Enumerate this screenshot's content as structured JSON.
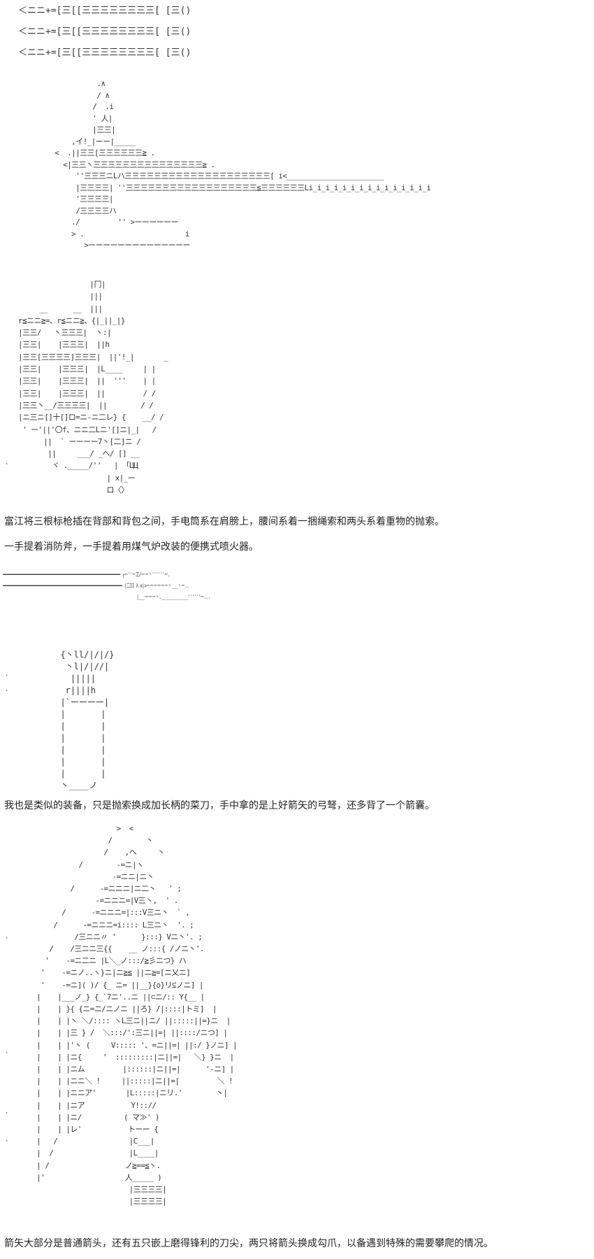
{
  "aa": {
    "arrows": "＜ニニ+=[三[[三三三三三三三三[ [三()\n\n＜ニニ+=[三[[三三三三三三三三[ [三()\n\n＜ニニ+=[三[[三三三三三三三三[ [三()",
    "spear": "              .∧\n              / ∧\n             /  .i\n             ' 人|\n             |三三|\n        ,イ!_|ーー|_____\n    <  .||三三[三三三三三三≧ .\n      <|三三丶三三三三三三三三三三三三三三三≧ .\n         ''三三三ニLハ三三三三三三三三三三三三三三三三三三三三[ i<_______________________\n         |三三三三| ''三三三三三三三三三三三三三三三三三三≦三三三三三三Li_i_i_i_i_i_i_i_i_i_i_i_i_i_i\n         '三三三三|\n         /三三三三ハ\n        ./         '' >ーーーーーー\n        > .                        i\n           >ーーーーーーーーーーーーーー",
    "flamethrower": "                   |冂|\n                   |||\n       __      __  |||\n  r≦ニニ≧=、r≦ニニ≧、{|_||_|}\n  |三三/   丶三三三|  丶:|\n  |三三|    |三三三|  ||h\n  |三三[三三三三]三三三|  ||'!_|       _\n  |三三|    |三三三|  |L____     | |\n  |三三|    |三三三|  ||  '''    | |\n  |三三|    |三三三|  ||         / /\n  |三三丶__/三三三三|  ||        / /\n  |ニ三ニ[]十[]ロ=ニ-ニ二レ} {    __/ /\n   ' ー'||'〇f、ニニ二Lニ'[]ニ|_|   /\n        ||  ` ーーーー7丶[二]ニ /\n         ||     ___/ _ヘ/ [] __\n          ヾ ._____/''   | 「ЦЦ\n                       | x|_ー\n                       ロ〈〉",
    "spear2": "━━━━━━━━━━━━━━━━━━━━━━━━━━━━━━━━━━━━━━━━━━━━━━━━━━━━━━━━━ ┌ー''ー工/ーー丶''''''ー.\n━━━━━━━━━━━━━━━━━━━━━━━━━━━━━━━━━━━━━━━━━━━━━━━━━━━━━━━━━━ |二II λ κ|>ーーーーーー丶___丶ー..\n                                                                 |___ーーー丶._____________''''''ー...",
    "quiver": "  {丶ll/|/|/}\n   丶l|/|//|\n    |||||\n   r||||h\n  |`ーーーー|\n  |       |\n  |       |\n  |       |\n  |       |\n  |       |\n  |       |\n  丶____ノ",
    "arrowhead": "                          >  <\n                        /        丶\n                       /    ,ヘ     丶\n                 /        -=ニ|ヽ\n                         -=ニニ|ニ丶\n               /      -=ニニニ|ニ二丶   ' ;\n                     -=ニニニ=|V三丶,  ' .\n             /      -=ニニニ=|:::V三ニ丶  ` ,\n           /      -=ニニニ=i:::: L三ニ丶  '. ;\n                /三ニニ〃 '      }:::} Vニ丶'. ;\n          /    /三ニニ三{{    __ ノ:::{ /ノニ丶'.\n         '    -=ニ二ニ |L＼_ノ:::/≧彡ニつ} ハ\n        '    -=ニノ..ヽ}ニ|ニ≧≦ ||ニ≧=[ニ乂ニ]\n        '    -=ニ]( )/ {_ ニ= ||__}{o}リ⊆ノニ] |\n       |    |___ノ_} {_`7ニ'..ニ ||⊂ニ/:: Y{__ |\n       |    | }{ {ニ=ニ/ニノニ ||ろ} /|::::|トミ]  |\n       |    | |丶 ＼/:::: ヽL三ニ||ニ/ ||:::::||=}ニ  |\n       |    | |三 } /  ＼:::/':三ニ||=| ||::::/ニつ] |\n       |    | |'丶 (     V::::: '、=ニ||=| ||:/ }ノニ] |\n       |    | |ニ{     '  :::::::::|ニ||=|   ＼} }ニ  |\n       |    | |ニム         |::::::|ニ||=|      '-ニ] |\n       |    | |ニニ＼ !     ||:::::|ニ||=|         ＼ !\n       |    | |ニニア'       |L:::::|ニリ.'        丶|\n       |    | |ニア           Y!::// \n       |    | |ニ/          ( マ≫' )\n       |    | |レ'           トーー {\n       |   /                 |C___|\n       |  /                  |L____|\n       | /                  ノ≧==≦丶.\n       |'                   人_____ )\n                             |三三三三|\n                             |三三三三|"
  },
  "captions": {
    "c1": "富江将三根标枪插在背部和背包之间，手电筒系在肩膀上，腰间系着一捆绳索和两头系着重物的抛索。",
    "c2": "一手提着消防斧，一手提着用煤气炉改装的便携式喷火器。",
    "c3": "我也是类似的装备，只是抛索换成加长柄的菜刀，手中拿的是上好箭矢的弓弩，还多背了一个箭囊。",
    "c4": "箭矢大部分是普通箭头，还有五只嵌上磨得锋利的刀尖，两只将箭头换成勾爪，以备遇到特殊的需要攀爬的情况。"
  },
  "dots": "."
}
